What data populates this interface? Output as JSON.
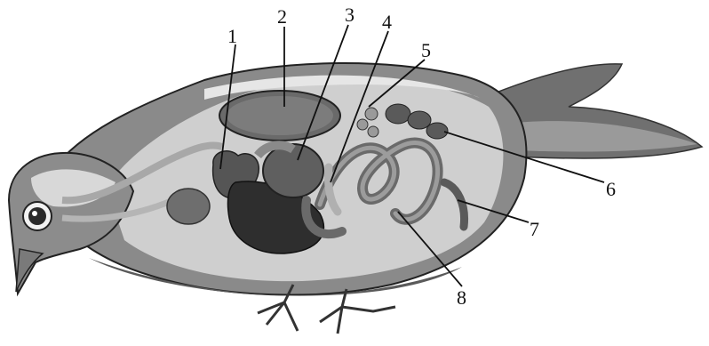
{
  "labels": [
    {
      "id": "1",
      "text": "1"
    },
    {
      "id": "2",
      "text": "2"
    },
    {
      "id": "3",
      "text": "3"
    },
    {
      "id": "4",
      "text": "4"
    },
    {
      "id": "5",
      "text": "5"
    },
    {
      "id": "6",
      "text": "6"
    },
    {
      "id": "7",
      "text": "7"
    },
    {
      "id": "8",
      "text": "8"
    }
  ],
  "colors": {
    "body_dark": "#5a5a5a",
    "body_mid": "#9a9a9a",
    "body_light": "#d2d2d2",
    "organ_dark": "#3a3a3a",
    "organ_mid": "#7a7a7a",
    "organ_light": "#b8b8b8",
    "outline": "#1a1a1a"
  }
}
